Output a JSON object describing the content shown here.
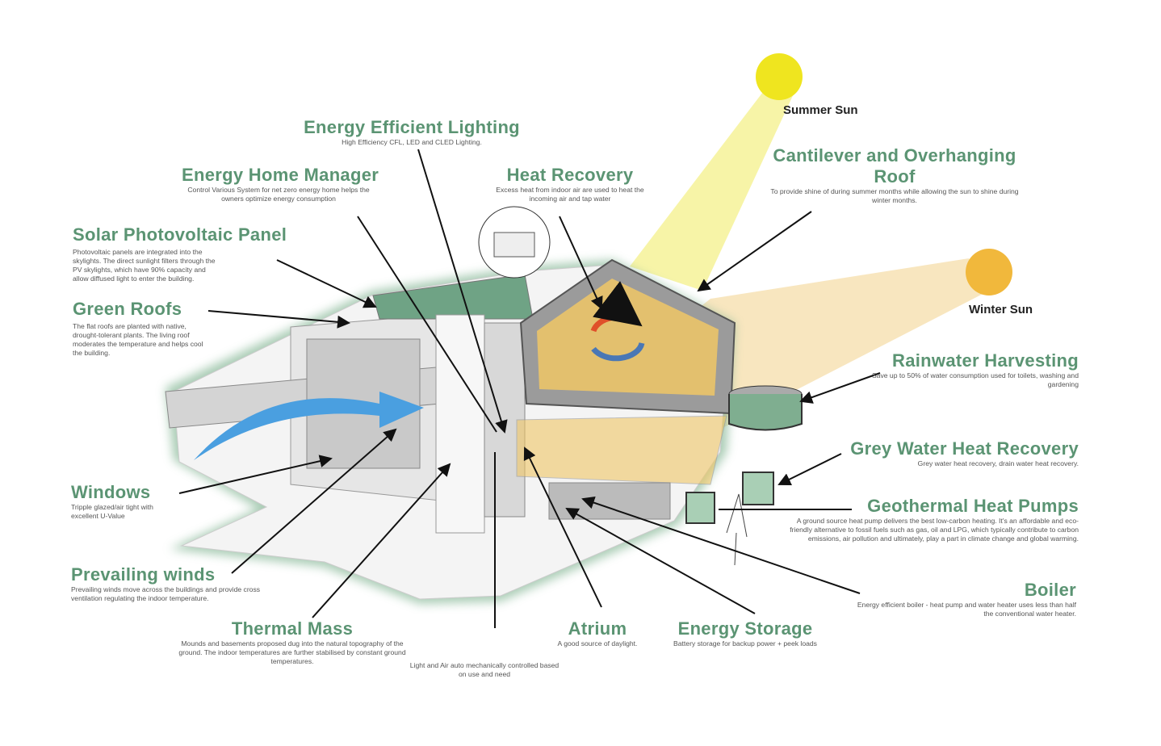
{
  "suns": {
    "summer": "Summer Sun",
    "winter": "Winter Sun"
  },
  "features": {
    "lighting": {
      "title": "Energy Efficient Lighting",
      "desc": "High Efficiency CFL, LED and CLED Lighting."
    },
    "home_manager": {
      "title": "Energy Home Manager",
      "desc": "Control Various System for net zero energy home helps the owners optimize energy consumption"
    },
    "heat_recovery": {
      "title": "Heat Recovery",
      "desc": "Excess heat from indoor air are used to heat the incoming air and tap water"
    },
    "solar": {
      "title": "Solar Photovoltaic Panel",
      "desc": "Photovoltaic panels are integrated into the skylights. The direct sunlight filters through the PV skylights, which have 90% capacity and allow diffused light to enter the building."
    },
    "green_roofs": {
      "title": "Green Roofs",
      "desc": "The flat roofs are planted with native, drought-tolerant plants. The living roof moderates the temperature and helps cool the building."
    },
    "windows": {
      "title": "Windows",
      "desc": "Tripple glazed/air tight with excellent U-Value"
    },
    "winds": {
      "title": "Prevailing winds",
      "desc": "Prevailing winds move across the buildings and provide cross ventilation regulating the indoor temperature."
    },
    "thermal_mass": {
      "title": "Thermal Mass",
      "desc": "Mounds and basements proposed dug into the natural topography of the ground. The indoor temperatures are further stabilised by constant ground temperatures."
    },
    "light_air": {
      "desc": "Light and Air auto mechanically controlled based on use and need"
    },
    "atrium": {
      "title": "Atrium",
      "desc": "A good source of daylight."
    },
    "energy_storage": {
      "title": "Energy Storage",
      "desc": "Battery storage for backup power + peek loads"
    },
    "cantilever": {
      "title": "Cantilever and Overhanging Roof",
      "desc": "To provide shine of during summer months while allowing the sun to shine during winter months."
    },
    "rainwater": {
      "title": "Rainwater Harvesting",
      "desc": "Save up to 50% of water consumption used for toilets, washing and gardening"
    },
    "grey_water": {
      "title": "Grey Water Heat Recovery",
      "desc": "Grey water heat recovery, drain water heat recovery."
    },
    "geothermal": {
      "title": "Geothermal Heat Pumps",
      "desc": "A ground source heat pump delivers the best low-carbon heating. It's an affordable and eco-friendly alternative to fossil fuels such as gas, oil and LPG, which typically contribute to carbon emissions, air pollution and ultimately, play a part in climate change and global warming."
    },
    "boiler": {
      "title": "Boiler",
      "desc": "Energy efficient boiler - heat pump and water heater uses less than half the conventional water heater."
    }
  },
  "colors": {
    "title_green": "#5b9473",
    "summer_sun": "#efe51f",
    "winter_sun": "#f1b83c",
    "wind_arrow": "#4a9fe0"
  }
}
